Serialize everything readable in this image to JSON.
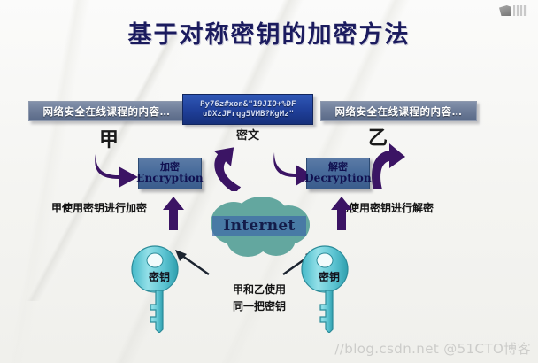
{
  "slide": {
    "title": "基于对称密钥的加密方法",
    "watermark": "//blog.csdn.net @51CTO博客"
  },
  "messages": {
    "plaintext_left": "网络安全在线课程的内容…",
    "plaintext_right": "网络安全在线课程的内容…",
    "ciphertext_line1": "Py76z#xon&\"19JIO+%DF",
    "ciphertext_line2": "uDXzJFrqg5VMB?KgMz\"",
    "ciphertext_label": "密文"
  },
  "actors": {
    "sender": "甲",
    "receiver": "乙"
  },
  "process": {
    "encrypt_cn": "加密",
    "encrypt_en": "Encryption",
    "decrypt_cn": "解密",
    "decrypt_en": "Decryption",
    "caption_encrypt": "甲使用密钥进行加密",
    "caption_decrypt": "乙使用密钥进行解密"
  },
  "network": {
    "cloud_label": "Internet"
  },
  "keys": {
    "left_label": "密钥",
    "right_label": "密钥",
    "shared_note_line1": "甲和乙使用",
    "shared_note_line2": "同一把密钥"
  },
  "colors": {
    "title": "#1b1b5e",
    "plaintext_box": "#6e7d99",
    "ciphertext_box": "#1f3f99",
    "crypto_box": "#4a6d9c",
    "arrow_purple": "#3b1464",
    "cloud": "#63a39c",
    "key": "#6ecbd6",
    "background": "#f4f4f1"
  }
}
